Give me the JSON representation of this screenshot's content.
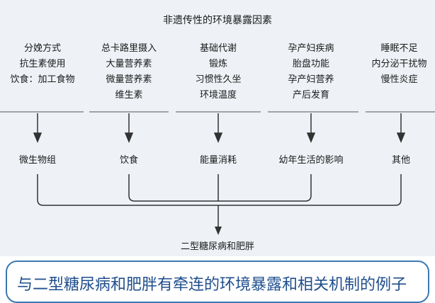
{
  "header": {
    "title": "非遗传性的环境暴露因素"
  },
  "factors": [
    {
      "lines": [
        "分娩方式",
        "抗生素使用",
        "饮食：加工食物"
      ]
    },
    {
      "lines": [
        "总卡路里摄入",
        "大量营养素",
        "微量营养素",
        "维生素"
      ]
    },
    {
      "lines": [
        "基础代谢",
        "锻炼",
        "习惯性久坐",
        "环境温度"
      ]
    },
    {
      "lines": [
        "孕产妇疾病",
        "胎盘功能",
        "孕产妇营养",
        "产后发育"
      ]
    },
    {
      "lines": [
        "睡眠不足",
        "内分泌干扰物",
        "慢性炎症"
      ]
    }
  ],
  "categories": [
    "微生物组",
    "饮食",
    "能量消耗",
    "幼年生活的影响",
    "其他"
  ],
  "outcome": "二型糖尿病和肥胖",
  "caption": "与二型糖尿病和肥胖有牵连的环境暴露和相关机制的例子",
  "colors": {
    "line": "#333333",
    "band": "#eef2f6",
    "accent": "#3c78b4"
  }
}
